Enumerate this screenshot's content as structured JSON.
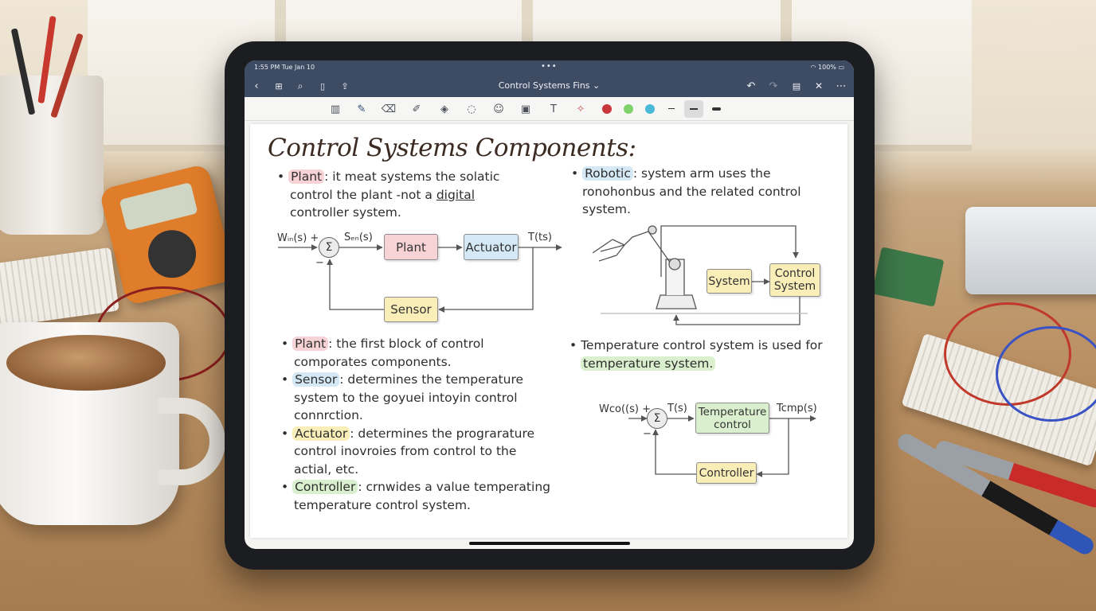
{
  "status": {
    "time": "1:55 PM  Tue Jan 10",
    "dots": "•••",
    "battery": "100%"
  },
  "nav": {
    "title": "Control Systems Fins ⌄",
    "icons": [
      "back-icon",
      "grid-icon",
      "search-icon",
      "bookmark-icon",
      "share-icon",
      "undo-icon",
      "redo-icon",
      "document-icon",
      "close-icon",
      "more-icon"
    ]
  },
  "toolbar": {
    "tools": [
      "reader-icon",
      "pen-icon",
      "eraser-icon",
      "highlighter-icon",
      "shapes-icon",
      "lasso-icon",
      "sticker-icon",
      "image-icon",
      "text-icon",
      "laser-icon"
    ],
    "colors": [
      "#c9373c",
      "#7fd16a",
      "#4bb9d8"
    ]
  },
  "note": {
    "heading": "Control Systems Components:",
    "block1": {
      "term": "Plant",
      "line1": ": it meat systems the solatic",
      "line2a": "control the plant -not a ",
      "line2b": "digital",
      "line3": "controller system."
    },
    "block2": {
      "term": "Robotic",
      "line1": ": system arm uses the",
      "line2": "ronohonbus and the related control",
      "line3": "system."
    },
    "diagram1": {
      "input": "Wᵢₙ(s) +",
      "minus": "−",
      "sum": "Σ",
      "signal": "Sₑₙ(s)",
      "plant": "Plant",
      "actuator": "Actuator",
      "output": "T(ts)",
      "sensor": "Sensor"
    },
    "diagram2": {
      "system": "System",
      "control": "Control System"
    },
    "list": [
      {
        "term": "Plant",
        "line1": ": the first block of control",
        "line2": "comporates components."
      },
      {
        "term": "Sensor",
        "line1": ": determines the temperature",
        "line2": "system to the goyuei intoyin control",
        "line3": "connrction."
      },
      {
        "term": "Actuator",
        "line1": ": determines the prograrature",
        "line2": "control inovroies from control to the",
        "line3": "actial, etc."
      },
      {
        "term": "Controller",
        "line1": ": crnwides a value temperating",
        "line2": "temperature control system."
      }
    ],
    "temp": {
      "line1": "Temperature control system is used for",
      "term": "temperature system."
    },
    "diagram3": {
      "input": "Wco((s) +",
      "minus": "−",
      "sum": "Σ",
      "signal": "T(s)",
      "block": "Temperature control",
      "output": "Tcmp(s)",
      "controller": "Controller"
    }
  }
}
